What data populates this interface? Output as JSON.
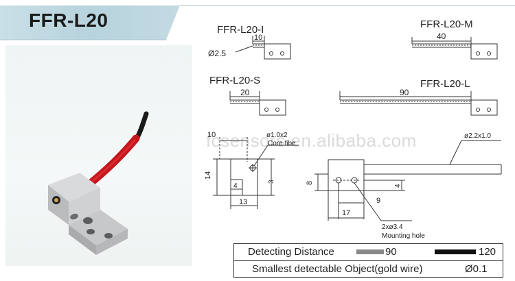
{
  "title": "FFR-L20",
  "watermark": "fcsensors.en.alibaba.com",
  "models": {
    "i": {
      "name": "FFR-L20-I",
      "length": "10",
      "diameter": "Ø2.5"
    },
    "m": {
      "name": "FFR-L20-M",
      "length": "40"
    },
    "s": {
      "name": "FFR-L20-S",
      "length": "20"
    },
    "l": {
      "name": "FFR-L20-L",
      "length": "90"
    }
  },
  "drawing": {
    "front": {
      "dim_top": "10",
      "core_label_1": "ø1.0x2",
      "core_label_2": "Core fibe",
      "dim_height": "14",
      "dim_small": "4",
      "dim_width": "13",
      "dim_right": "3"
    },
    "side": {
      "cable_label": "ø2.2x1.0",
      "dim_height": "8",
      "dim_hole": "4",
      "dim_spacing": "9",
      "dim_length": "17",
      "hole_label": "2xø3.4",
      "hole_caption": "Mounting hole"
    }
  },
  "specs": {
    "detecting_label": "Detecting Distance",
    "detect_grey_value": "90",
    "detect_black_value": "120",
    "grey_color": "#888888",
    "black_color": "#111111",
    "smallest_label": "Smallest detectable Object(gold wire)",
    "smallest_value": "Ø0.1"
  }
}
